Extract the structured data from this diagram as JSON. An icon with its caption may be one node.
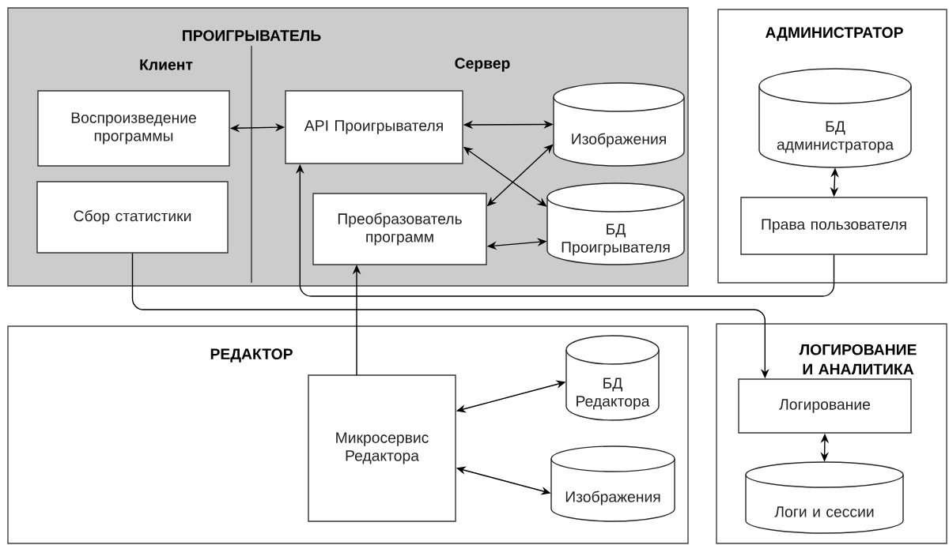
{
  "diagram": {
    "nodes": [
      {
        "text": [
          "ПРОИГРЫВАТЕЛЬ"
        ]
      },
      {
        "text": [
          "Воспроизведение программы"
        ],
        "in": 0
      },
      {
        "text": [
          "Сбор статистики"
        ],
        "in": 0
      },
      {
        "text": [
          "API Проигрывателя"
        ],
        "in": 0
      },
      {
        "text": [
          "Преобразователь программ"
        ],
        "in": 0
      },
      {
        "text": [
          "Изображения"
        ],
        "in": 0
      },
      {
        "text": [
          "БД Проигрывателя"
        ],
        "in": 0
      },
      {
        "text": [
          "АДМИНИСТРАТОР"
        ]
      },
      {
        "text": [
          "БД администратора"
        ],
        "in": 7
      },
      {
        "text": [
          "Права пользователя"
        ],
        "in": 7
      },
      {
        "text": [
          "РЕДАКТОР"
        ]
      },
      {
        "text": [
          "Микросервис Редактора"
        ],
        "in": 10
      },
      {
        "text": [
          "БД Редактора"
        ],
        "in": 10
      },
      {
        "text": [
          "Изображения"
        ],
        "in": 10
      },
      {
        "text": [
          "ЛОГИРОВАНИЕ И АНАЛИТИКА"
        ]
      },
      {
        "text": [
          "Логирование"
        ],
        "in": 14
      },
      {
        "text": [
          "Логи и сессии"
        ],
        "in": 14
      }
    ],
    "edges": [
      {
        "from": 1,
        "to": 3,
        "arrow": "both"
      },
      {
        "from": 3,
        "to": 5,
        "arrow": "both"
      },
      {
        "from": 3,
        "to": 6,
        "arrow": "both"
      },
      {
        "from": 4,
        "to": 5,
        "arrow": "both"
      },
      {
        "from": 4,
        "to": 6,
        "arrow": "both"
      },
      {
        "from": 8,
        "to": 9,
        "arrow": "both"
      },
      {
        "from": 11,
        "to": 12,
        "arrow": "both"
      },
      {
        "from": 11,
        "to": 13,
        "arrow": "both"
      },
      {
        "from": 15,
        "to": 16,
        "arrow": "both"
      },
      {
        "from": 11,
        "to": 4,
        "arrow": "to"
      },
      {
        "from": 2,
        "to": 15,
        "arrow": "to"
      },
      {
        "from": 9,
        "to": 3,
        "arrow": "to"
      }
    ],
    "labels": [
      "Клиент",
      "Сервер"
    ]
  }
}
